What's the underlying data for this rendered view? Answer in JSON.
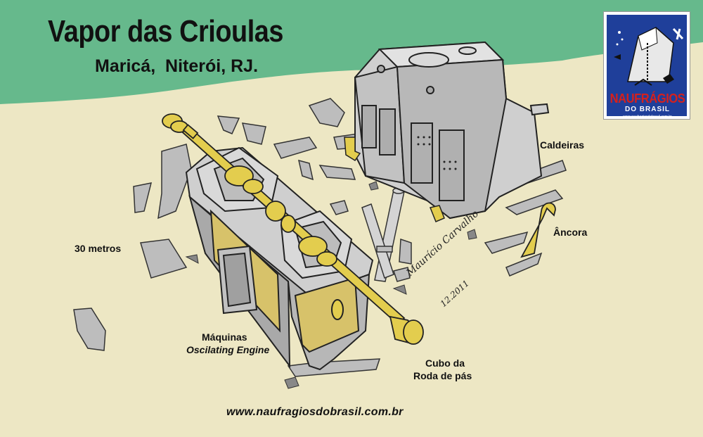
{
  "header": {
    "title": "Vapor das Crioulas",
    "subtitle": "Maricá,  Niterói, RJ."
  },
  "labels": {
    "caldeiras": "Caldeiras",
    "ancora": "Âncora",
    "depth": "30 metros",
    "maquinas": "Máquinas",
    "oscilating": "Oscilating Engine",
    "cubo_line1": "Cubo da",
    "cubo_line2": "Roda de pás"
  },
  "signature": {
    "name": "Maurício Carvalho",
    "date": "12.2011"
  },
  "footer": {
    "url": "www.naufragiosdobrasil.com.br"
  },
  "logo": {
    "name": "NAUFRÁGIOS",
    "sub": "DO BRASIL",
    "url": "www.naufragiosdobrasil.com.br"
  },
  "colors": {
    "sea_green": "#66b98c",
    "sand": "#ede7c4",
    "metal_gray": "#c9c9c9",
    "brass": "#e3cd4e",
    "logo_blue": "#1f3f9a",
    "logo_red": "#d6201c"
  }
}
